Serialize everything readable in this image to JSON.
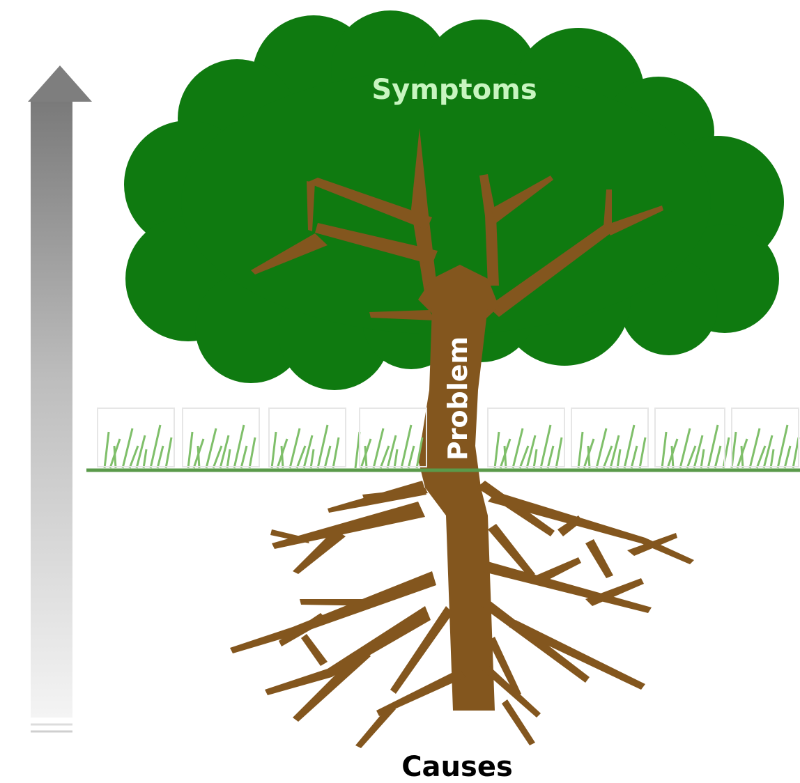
{
  "labels": {
    "symptoms": "Symptoms",
    "problem": "Problem",
    "causes": "Causes"
  },
  "icons": {
    "arrow": "upward-gradient-arrow-icon",
    "grass": "grass-icon"
  },
  "colors": {
    "canopy": "#0f7a10",
    "trunk": "#83561e",
    "ground_line": "#5a9a4a",
    "grass": "#7fbf6a",
    "symptoms_text": "#c8f5c0",
    "problem_text": "#ffffff",
    "causes_text": "#000000",
    "arrow_top": "#808080",
    "arrow_bottom": "#f2f2f2"
  }
}
